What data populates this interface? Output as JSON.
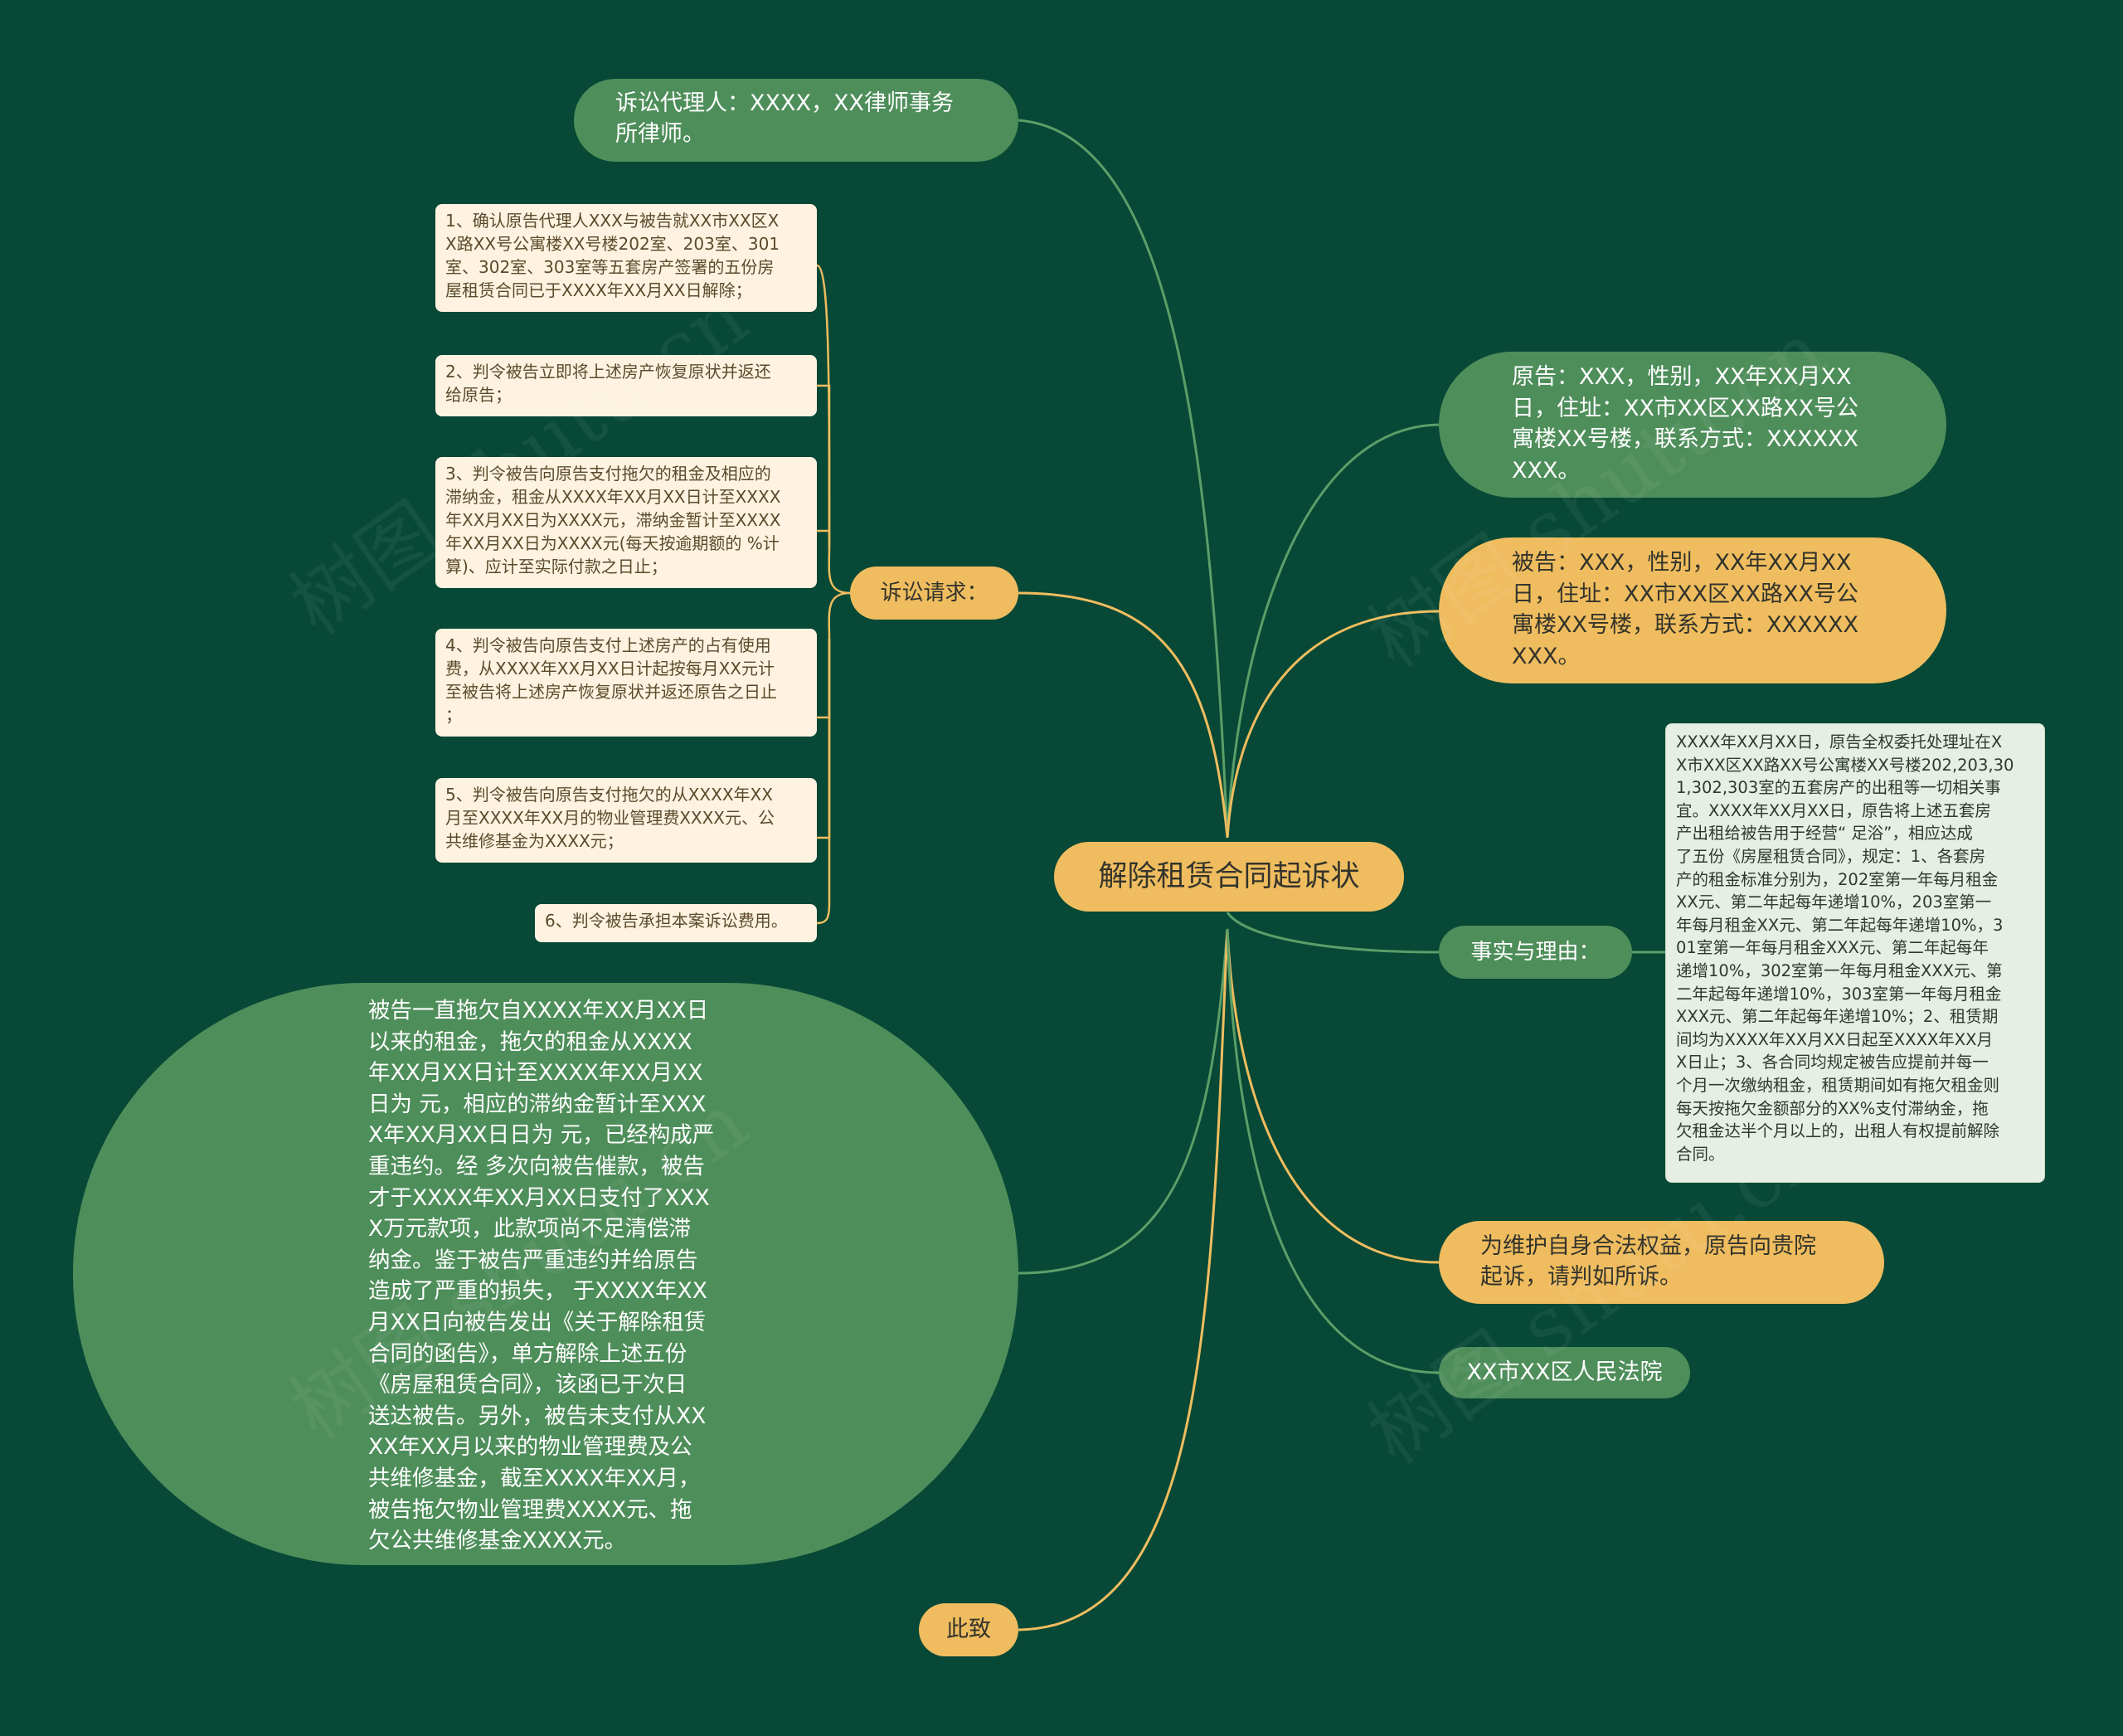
{
  "colors": {
    "background": "#074836",
    "green_node": "#4e8e5a",
    "orange_node": "#efbd5f",
    "green_link": "#5a9f68",
    "orange_link": "#efbd5f",
    "cream_box": "#fdf3e0",
    "mint_box": "#e6efe4"
  },
  "center": {
    "label": "解除租赁合同起诉状"
  },
  "nodes": {
    "agent": "诉讼代理人：XXXX，XX律师事务\n所律师。",
    "claims_label": "诉讼请求：",
    "claims": [
      "1、确认原告代理人XXX与被告就XX市XX区X\nX路XX号公寓楼XX号楼202室、203室、301\n室、302室、303室等五套房产签署的五份房\n屋租赁合同已于XXXX年XX月XX日解除；",
      "2、判令被告立即将上述房产恢复原状并返还\n给原告；",
      "3、判令被告向原告支付拖欠的租金及相应的\n滞纳金，租金从XXXX年XX月XX日计至XXXX\n年XX月XX日为XXXX元，滞纳金暂计至XXXX\n年XX月XX日为XXXX元(每天按逾期额的 %计\n算)、应计至实际付款之日止；",
      "4、判令被告向原告支付上述房产的占有使用\n费，从XXXX年XX月XX日计起按每月XX元计\n至被告将上述房产恢复原状并返还原告之日止\n；",
      "5、判令被告向原告支付拖欠的从XXXX年XX\n月至XXXX年XX月的物业管理费XXXX元、公\n共维修基金为XXXX元；",
      "6、判令被告承担本案诉讼费用。"
    ],
    "facts_paragraph": "被告一直拖欠自XXXX年XX月XX日\n以来的租金，拖欠的租金从XXXX\n年XX月XX日计至XXXX年XX月XX\n日为 元，相应的滞纳金暂计至XXX\nX年XX月XX日日为 元，已经构成严\n重违约。经 多次向被告催款，被告\n才于XXXX年XX月XX日支付了XXX\nX万元款项，此款项尚不足清偿滞\n纳金。鉴于被告严重违约并给原告\n造成了严重的损失， 于XXXX年XX\n月XX日向被告发出《关于解除租赁\n合同的函告》，单方解除上述五份\n《房屋租赁合同》，该函已于次日\n送达被告。另外，被告未支付从XX\nXX年XX月以来的物业管理费及公\n共维修基金，截至XXXX年XX月，\n被告拖欠物业管理费XXXX元、拖\n欠公共维修基金XXXX元。",
    "closing": "此致",
    "plaintiff": "原告：XXX，性别，XX年XX月XX\n日，住址：XX市XX区XX路XX号公\n寓楼XX号楼，联系方式：XXXXXX\nXXX。",
    "defendant": "被告：XXX，性别，XX年XX月XX\n日，住址：XX市XX区XX路XX号公\n寓楼XX号楼，联系方式：XXXXXX\nXXX。",
    "facts_label": "事实与理由：",
    "facts_detail": "XXXX年XX月XX日，原告全权委托处理址在X\nX市XX区XX路XX号公寓楼XX号楼202,203,30\n1,302,303室的五套房产的出租等一切相关事\n宜。XXXX年XX月XX日，原告将上述五套房\n产出租给被告用于经营“ 足浴”，相应达成\n了五份《房屋租赁合同》，规定：1、各套房\n产的租金标准分别为，202室第一年每月租金\nXX元、第二年起每年递增10%，203室第一\n年每月租金XX元、第二年起每年递增10%，3\n01室第一年每月租金XXX元、第二年起每年\n递增10%，302室第一年每月租金XXX元、第\n二年起每年递增10%，303室第一年每月租金\nXXX元、第二年起每年递增10%；2、租赁期\n间均为XXXX年XX月XX日起至XXXX年XX月\nX日止；3、各合同均规定被告应提前并每一\n个月一次缴纳租金，租赁期间如有拖欠租金则\n每天按拖欠金额部分的XX%支付滞纳金，拖\n欠租金达半个月以上的，出租人有权提前解除\n合同。",
    "purpose": "为维护自身合法权益，原告向贵院\n起诉，请判如所诉。",
    "court": "XX市XX区人民法院"
  },
  "watermark": "树图 shutu.cn"
}
